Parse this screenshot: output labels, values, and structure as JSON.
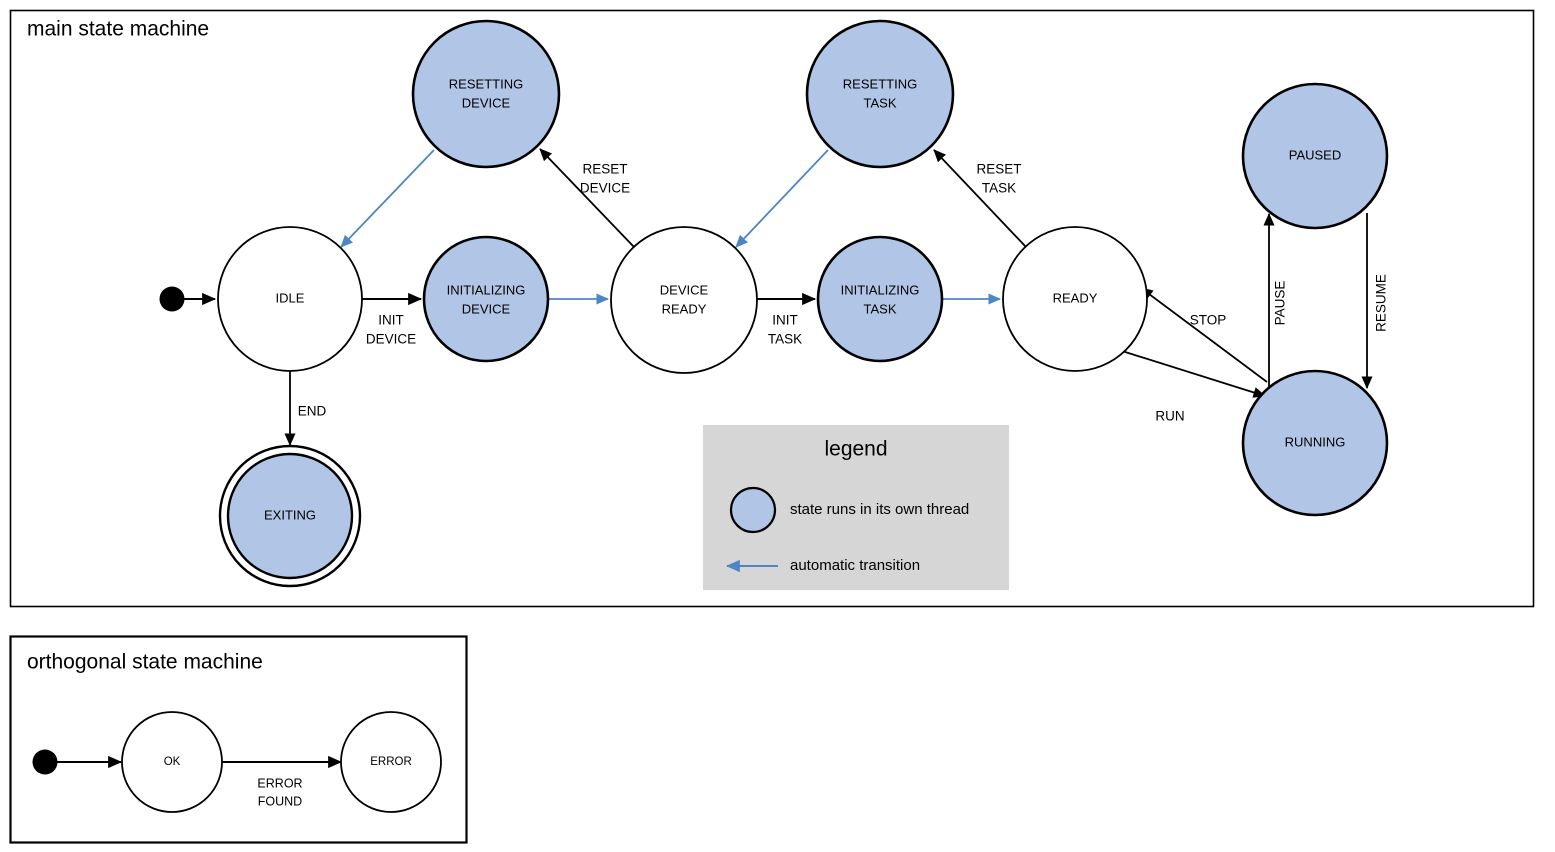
{
  "colors": {
    "thread_state_fill": "#b1c6e7",
    "plain_state_fill": "#ffffff",
    "stroke": "#000000",
    "auto_transition": "#4d86c4",
    "legend_background": "#d6d6d6",
    "page_background": "#ffffff"
  },
  "main_machine": {
    "title": "main state machine",
    "states": [
      {
        "id": "idle",
        "label_lines": [
          "IDLE"
        ],
        "threaded": false,
        "final": false
      },
      {
        "id": "resetting-device",
        "label_lines": [
          "RESETTING",
          "DEVICE"
        ],
        "threaded": true,
        "final": false
      },
      {
        "id": "initializing-device",
        "label_lines": [
          "INITIALIZING",
          "DEVICE"
        ],
        "threaded": true,
        "final": false
      },
      {
        "id": "device-ready",
        "label_lines": [
          "DEVICE",
          "READY"
        ],
        "threaded": false,
        "final": false
      },
      {
        "id": "resetting-task",
        "label_lines": [
          "RESETTING",
          "TASK"
        ],
        "threaded": true,
        "final": false
      },
      {
        "id": "initializing-task",
        "label_lines": [
          "INITIALIZING",
          "TASK"
        ],
        "threaded": true,
        "final": false
      },
      {
        "id": "ready",
        "label_lines": [
          "READY"
        ],
        "threaded": false,
        "final": false
      },
      {
        "id": "paused",
        "label_lines": [
          "PAUSED"
        ],
        "threaded": true,
        "final": false
      },
      {
        "id": "running",
        "label_lines": [
          "RUNNING"
        ],
        "threaded": true,
        "final": false
      },
      {
        "id": "exiting",
        "label_lines": [
          "EXITING"
        ],
        "threaded": true,
        "final": true
      }
    ],
    "transitions": [
      {
        "id": "start-to-idle",
        "label_lines": [],
        "automatic": false
      },
      {
        "id": "idle-to-initializing-device",
        "label_lines": [
          "INIT",
          "DEVICE"
        ],
        "automatic": false
      },
      {
        "id": "initializing-device-to-device-ready",
        "label_lines": [],
        "automatic": true
      },
      {
        "id": "device-ready-to-resetting-device",
        "label_lines": [
          "RESET",
          "DEVICE"
        ],
        "automatic": false
      },
      {
        "id": "resetting-device-to-idle",
        "label_lines": [],
        "automatic": true
      },
      {
        "id": "device-ready-to-initializing-task",
        "label_lines": [
          "INIT",
          "TASK"
        ],
        "automatic": false
      },
      {
        "id": "initializing-task-to-ready",
        "label_lines": [],
        "automatic": true
      },
      {
        "id": "ready-to-resetting-task",
        "label_lines": [
          "RESET",
          "TASK"
        ],
        "automatic": false
      },
      {
        "id": "resetting-task-to-device-ready",
        "label_lines": [],
        "automatic": true
      },
      {
        "id": "ready-to-running",
        "label_lines": [
          "RUN"
        ],
        "automatic": false
      },
      {
        "id": "running-to-ready",
        "label_lines": [
          "STOP"
        ],
        "automatic": false
      },
      {
        "id": "running-to-paused",
        "label_lines": [
          "PAUSE"
        ],
        "automatic": false
      },
      {
        "id": "paused-to-running",
        "label_lines": [
          "RESUME"
        ],
        "automatic": false
      },
      {
        "id": "idle-to-exiting",
        "label_lines": [
          "END"
        ],
        "automatic": false
      }
    ],
    "labels": {
      "init_device_1": "INIT",
      "init_device_2": "DEVICE",
      "reset_device_1": "RESET",
      "reset_device_2": "DEVICE",
      "init_task_1": "INIT",
      "init_task_2": "TASK",
      "reset_task_1": "RESET",
      "reset_task_2": "TASK",
      "run": "RUN",
      "stop": "STOP",
      "pause": "PAUSE",
      "resume": "RESUME",
      "end": "END"
    },
    "state_labels": {
      "idle": "IDLE",
      "resetting_device_1": "RESETTING",
      "resetting_device_2": "DEVICE",
      "initializing_device_1": "INITIALIZING",
      "initializing_device_2": "DEVICE",
      "device_ready_1": "DEVICE",
      "device_ready_2": "READY",
      "resetting_task_1": "RESETTING",
      "resetting_task_2": "TASK",
      "initializing_task_1": "INITIALIZING",
      "initializing_task_2": "TASK",
      "ready": "READY",
      "paused": "PAUSED",
      "running": "RUNNING",
      "exiting": "EXITING"
    }
  },
  "legend": {
    "title": "legend",
    "items": [
      {
        "id": "thread-state",
        "symbol": "filled-circle",
        "text": "state runs in its own thread"
      },
      {
        "id": "auto-transition",
        "symbol": "left-arrow",
        "text": "automatic transition"
      }
    ],
    "item1_text": "state runs in its own thread",
    "item2_text": "automatic transition"
  },
  "orthogonal_machine": {
    "title": "orthogonal state machine",
    "states": [
      {
        "id": "ok",
        "label": "OK",
        "threaded": false
      },
      {
        "id": "error",
        "label": "ERROR",
        "threaded": false
      }
    ],
    "state_labels": {
      "ok": "OK",
      "error": "ERROR"
    },
    "transitions": [
      {
        "id": "start-to-ok",
        "label_lines": []
      },
      {
        "id": "ok-to-error",
        "label_lines": [
          "ERROR",
          "FOUND"
        ]
      }
    ],
    "labels": {
      "error_found_1": "ERROR",
      "error_found_2": "FOUND"
    }
  }
}
